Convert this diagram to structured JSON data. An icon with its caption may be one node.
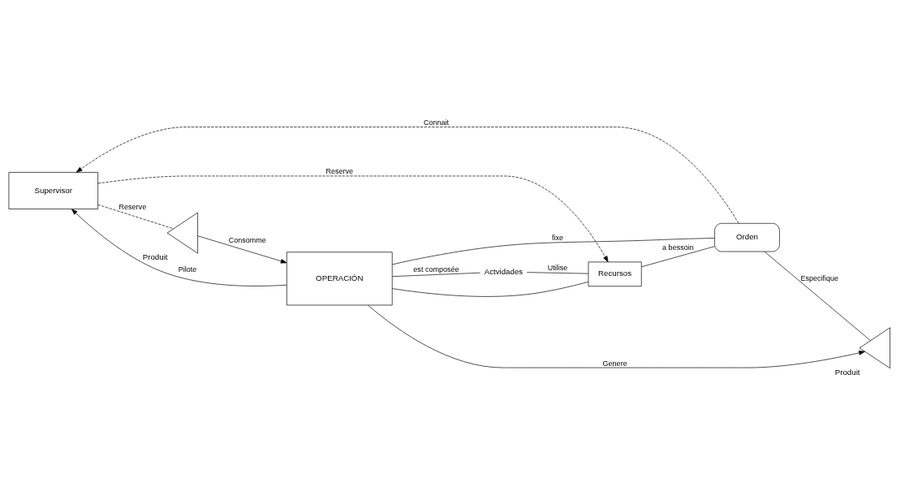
{
  "diagram": {
    "nodes": [
      {
        "text": [
          "Supervisor"
        ]
      },
      {
        "text": [
          "Produit"
        ]
      },
      {
        "text": [
          "OPERACIÓN"
        ]
      },
      {
        "text": [
          "Produit"
        ]
      },
      {
        "text": [
          "Actvidades"
        ]
      },
      {
        "text": [
          "Recursos"
        ]
      },
      {
        "text": [
          "Orden"
        ]
      }
    ],
    "edges": [
      {
        "from": 0,
        "to": 1,
        "arrow": "none",
        "label": "Reserve",
        "style": "dashed"
      },
      {
        "from": 1,
        "to": 2,
        "arrow": "to",
        "label": "Consomme"
      },
      {
        "from": 2,
        "to": 0,
        "arrow": "to",
        "label": "Pilote"
      },
      {
        "from": 2,
        "to": 3,
        "arrow": "to",
        "label": "Genere"
      },
      {
        "from": 2,
        "to": 4,
        "arrow": "none",
        "label": "est composée"
      },
      {
        "from": 2,
        "to": 5,
        "arrow": "none"
      },
      {
        "from": 4,
        "to": 5,
        "arrow": "none",
        "label": "Utilise"
      },
      {
        "from": 0,
        "to": 5,
        "arrow": "to",
        "label": "Reserve",
        "style": "dashed"
      },
      {
        "from": 2,
        "to": 6,
        "arrow": "none",
        "label": "fixe"
      },
      {
        "from": 5,
        "to": 6,
        "arrow": "none",
        "label": "a bessoin"
      },
      {
        "from": 6,
        "to": 3,
        "arrow": "none",
        "label": "Especifique"
      },
      {
        "from": 6,
        "to": 0,
        "arrow": "to",
        "label": "Connait",
        "style": "dashed"
      }
    ]
  }
}
